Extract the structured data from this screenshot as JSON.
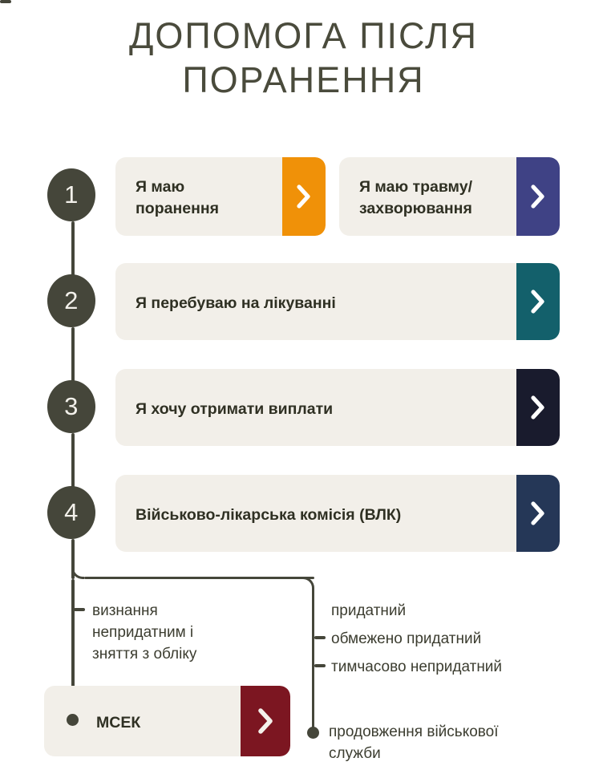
{
  "header": {
    "title": "ДОПОМОГА ПІСЛЯ\nПОРАНЕННЯ"
  },
  "colors": {
    "page_background": "#FFFFFF",
    "title_text": "#4A4B3C",
    "card_background": "#F2EFE9",
    "card_text": "#2F3023",
    "timeline": "#45463A",
    "step_circle": "#45463A",
    "step_number_text": "#F3F1EB",
    "arrow_glyph": "#FFFFFF",
    "accent_orange": "#F09108",
    "accent_indigo": "#3F4285",
    "accent_teal": "#13606B",
    "accent_near_black_navy": "#191B2D",
    "accent_navy": "#253757",
    "accent_maroon": "#7C1621",
    "branch_label_text": "#3C3D30"
  },
  "steps": [
    {
      "number": "1",
      "cards": [
        {
          "label": "Я маю\nпоранення",
          "arrow_icon": "chevron-right-icon",
          "arrow_color": "#F09108",
          "arrow_label": "Я маю поранення"
        },
        {
          "label": "Я маю травму/\nзахворювання",
          "arrow_icon": "chevron-right-icon",
          "arrow_color": "#3F4285",
          "arrow_label": "Я маю травму/захворювання"
        }
      ]
    },
    {
      "number": "2",
      "cards": [
        {
          "label": "Я перебуваю на лікуванні",
          "arrow_icon": "chevron-right-icon",
          "arrow_color": "#13606B",
          "arrow_label": "Я перебуваю на лікуванні"
        }
      ]
    },
    {
      "number": "3",
      "cards": [
        {
          "label": "Я хочу отримати виплати",
          "arrow_icon": "chevron-right-icon",
          "arrow_color": "#191B2D",
          "arrow_label": "Я хочу отримати виплати"
        }
      ]
    },
    {
      "number": "4",
      "cards": [
        {
          "label": "Військово-лікарська комісія (ВЛК)",
          "arrow_icon": "chevron-right-icon",
          "arrow_color": "#253757",
          "arrow_label": "Військово-лікарська комісія (ВЛК)"
        }
      ]
    }
  ],
  "outcomes": {
    "left_branch": {
      "label": "визнання\nнепридатним і\nзняття з обліку",
      "result_card": {
        "label": "МСЕК",
        "arrow_icon": "chevron-right-icon",
        "arrow_color": "#7C1621"
      }
    },
    "right_branch": {
      "items": [
        "придатний",
        "обмежено придатний",
        "тимчасово непридатний"
      ],
      "result_label": "продовження військової\nслужби"
    }
  }
}
